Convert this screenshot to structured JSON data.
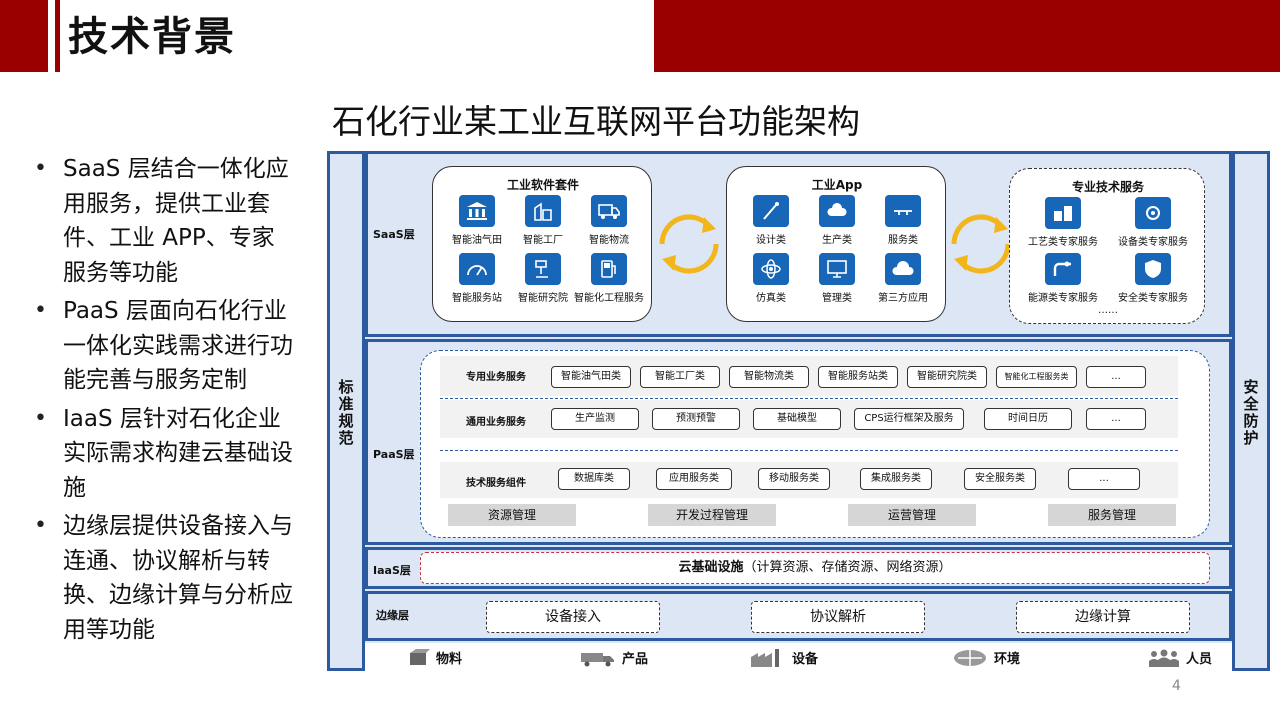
{
  "header": {
    "title": "技术背景"
  },
  "main_title": "石化行业某工业互联网平台功能架构",
  "bullets": [
    "SaaS 层结合一体化应用服务，提供工业套件、工业 APP、专家服务等功能",
    "PaaS 层面向石化行业一体化实践需求进行功能完善与服务定制",
    "IaaS 层针对石化企业实际需求构建云基础设施",
    "边缘层提供设备接入与连通、协议解析与转换、边缘计算与分析应用等功能"
  ],
  "diagram": {
    "left_side": "标准规范",
    "right_side": "安全防护",
    "saas": {
      "label": "SaaS层",
      "suite": {
        "title": "工业软件套件",
        "items": [
          "智能油气田",
          "智能工厂",
          "智能物流",
          "智能服务站",
          "智能研究院",
          "智能化工程服务"
        ]
      },
      "app": {
        "title": "工业App",
        "items": [
          "设计类",
          "生产类",
          "服务类",
          "仿真类",
          "管理类",
          "第三方应用"
        ]
      },
      "expert": {
        "title": "专业技术服务",
        "items": [
          "工艺类专家服务",
          "设备类专家服务",
          "能源类专家服务",
          "安全类专家服务"
        ],
        "more": "……"
      }
    },
    "paas": {
      "label": "PaaS层",
      "rows": [
        {
          "label": "专用业务服务",
          "items": [
            "智能油气田类",
            "智能工厂类",
            "智能物流类",
            "智能服务站类",
            "智能研究院类",
            "智能化工程服务类",
            "..."
          ]
        },
        {
          "label": "通用业务服务",
          "items": [
            "生产监测",
            "预测预警",
            "基础模型",
            "CPS运行框架及服务",
            "时间日历",
            "..."
          ]
        },
        {
          "label": "技术服务组件",
          "items": [
            "数据库类",
            "应用服务类",
            "移动服务类",
            "集成服务类",
            "安全服务类",
            "..."
          ]
        }
      ],
      "bottom": [
        "资源管理",
        "开发过程管理",
        "运营管理",
        "服务管理"
      ]
    },
    "iaas": {
      "label": "IaaS层",
      "main": "云基础设施",
      "detail": "（计算资源、存储资源、网络资源）"
    },
    "edge": {
      "label": "边缘层",
      "items": [
        "设备接入",
        "协议解析",
        "边缘计算"
      ]
    },
    "bottom_items": [
      "物料",
      "产品",
      "设备",
      "环境",
      "人员"
    ]
  },
  "page_number": "4",
  "colors": {
    "brand_red": "#9b0000",
    "frame_blue": "#2c5aa0",
    "icon_blue": "#1766b8",
    "arrow_yellow": "#f2b51a"
  }
}
